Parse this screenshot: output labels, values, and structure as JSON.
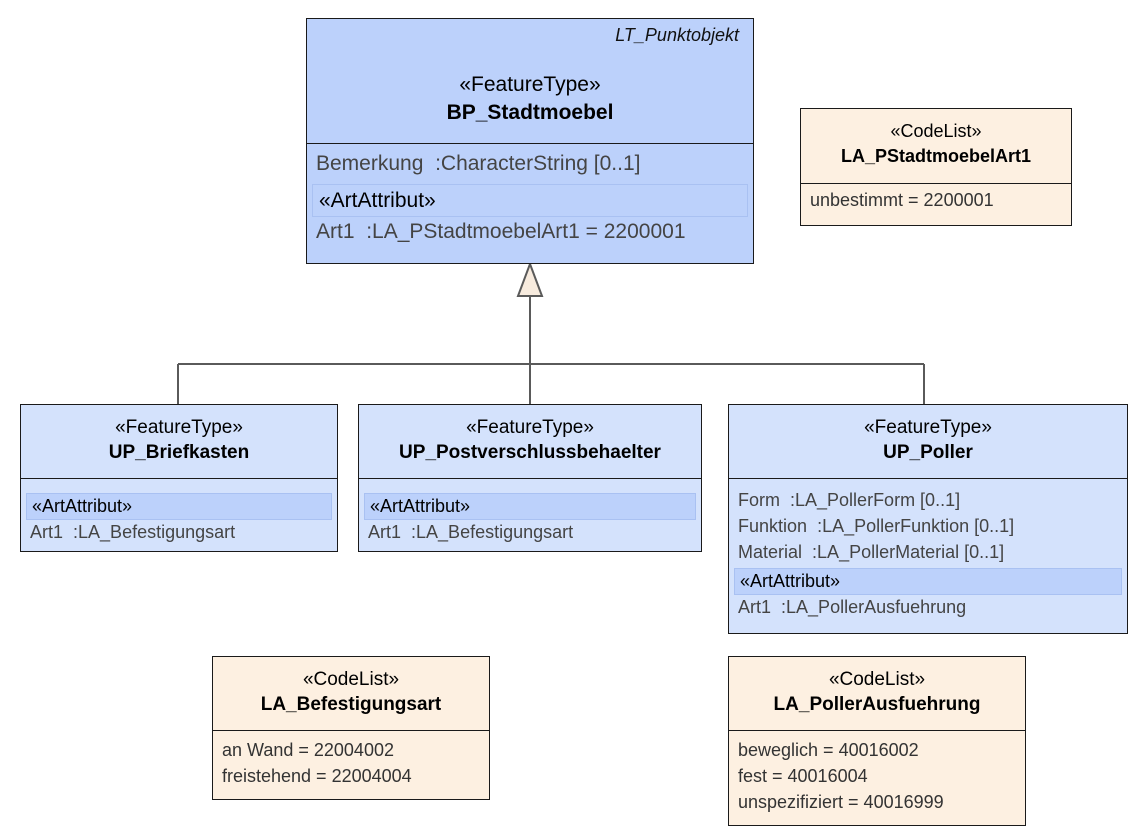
{
  "diagram": {
    "main": {
      "abstract_parent": "LT_Punktobjekt",
      "stereotype": "«FeatureType»",
      "name": "BP_Stadtmoebel",
      "attributes": [
        {
          "name": "Bemerkung",
          "type": ":CharacterString [0..1]"
        }
      ],
      "art_stereotype": "«ArtAttribut»",
      "art_attributes": [
        {
          "name": "Art1",
          "type": ":LA_PStadtmoebelArt1 = 2200001"
        }
      ]
    },
    "codelist_pstadtmoebel": {
      "stereotype": "«CodeList»",
      "name": "LA_PStadtmoebelArt1",
      "values": [
        "unbestimmt = 2200001"
      ]
    },
    "briefkasten": {
      "stereotype": "«FeatureType»",
      "name": "UP_Briefkasten",
      "art_stereotype": "«ArtAttribut»",
      "art_attributes": [
        {
          "name": "Art1",
          "type": ":LA_Befestigungsart"
        }
      ]
    },
    "postverschluss": {
      "stereotype": "«FeatureType»",
      "name": "UP_Postverschlussbehaelter",
      "art_stereotype": "«ArtAttribut»",
      "art_attributes": [
        {
          "name": "Art1",
          "type": ":LA_Befestigungsart"
        }
      ]
    },
    "poller": {
      "stereotype": "«FeatureType»",
      "name": "UP_Poller",
      "attributes": [
        {
          "name": "Form",
          "type": ":LA_PollerForm [0..1]"
        },
        {
          "name": "Funktion",
          "type": ":LA_PollerFunktion [0..1]"
        },
        {
          "name": "Material",
          "type": ":LA_PollerMaterial [0..1]"
        }
      ],
      "art_stereotype": "«ArtAttribut»",
      "art_attributes": [
        {
          "name": "Art1",
          "type": ":LA_PollerAusfuehrung"
        }
      ]
    },
    "codelist_befestigung": {
      "stereotype": "«CodeList»",
      "name": "LA_Befestigungsart",
      "values": [
        "an Wand = 22004002",
        "freistehend = 22004004"
      ]
    },
    "codelist_poller": {
      "stereotype": "«CodeList»",
      "name": "LA_PollerAusfuehrung",
      "values": [
        "beweglich = 40016002",
        "fest = 40016004",
        "unspezifiziert = 40016999"
      ]
    }
  }
}
